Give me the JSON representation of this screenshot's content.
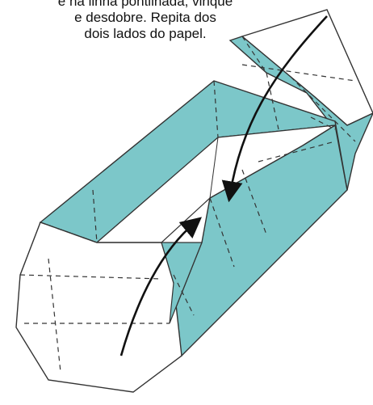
{
  "instruction": {
    "line1": "e na linha pontilhada, vinque",
    "line2": "e desdobre. Repita dos",
    "line3": "dois lados do papel."
  },
  "colors": {
    "paper_teal": "#7cc7c9",
    "paper_white": "#ffffff",
    "outline": "#333333",
    "arrow": "#111111"
  },
  "figure": {
    "subject": "origami boat fold diagram",
    "arrows": [
      "curved-arrow-down",
      "curved-arrow-up"
    ]
  }
}
